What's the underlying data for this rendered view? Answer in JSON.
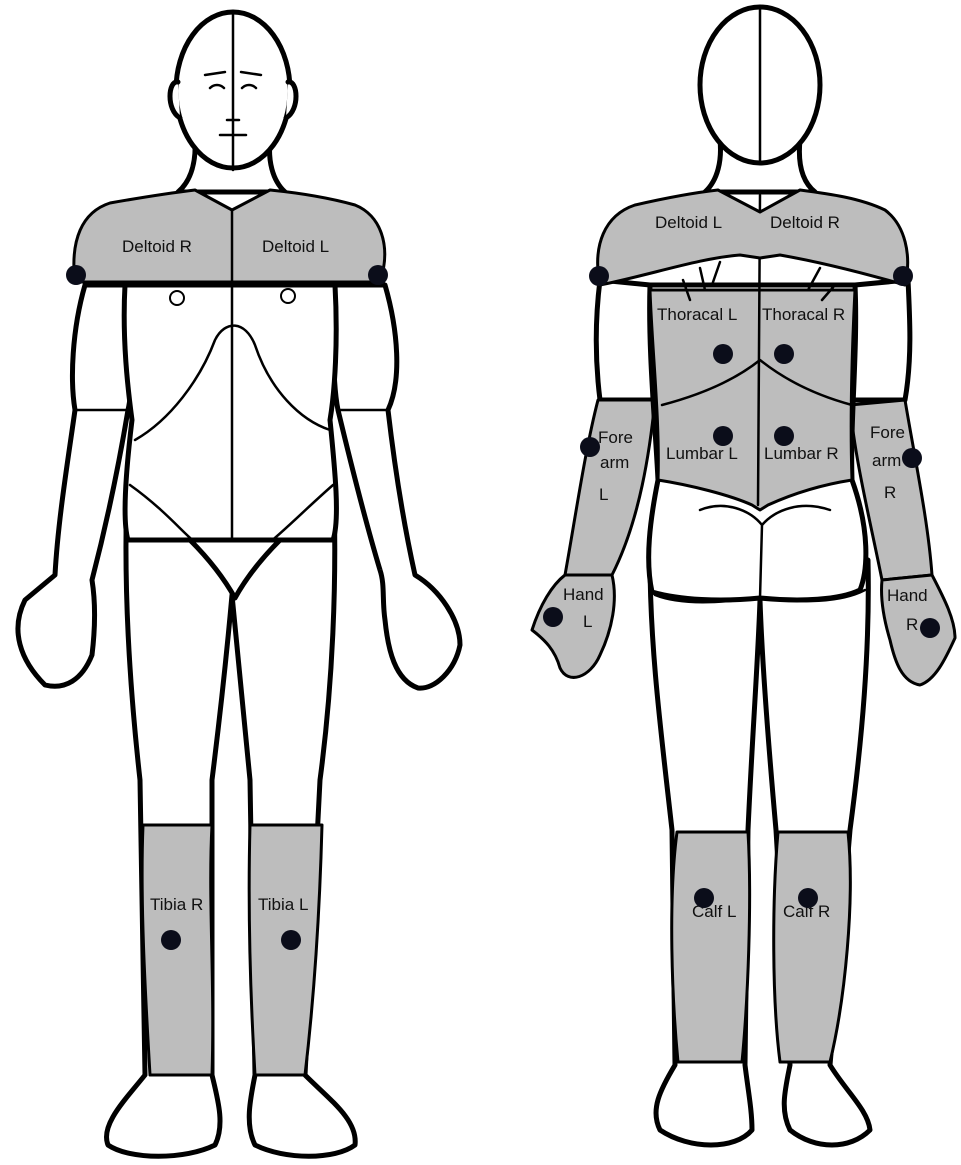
{
  "colors": {
    "region_fill": "#bdbdbd",
    "outline": "#000000",
    "point": "#0b0d1a"
  },
  "views": {
    "front": {
      "regions": {
        "deltoid_r": "Deltoid R",
        "deltoid_l": "Deltoid L",
        "tibia_r": "Tibia R",
        "tibia_l": "Tibia L"
      }
    },
    "back": {
      "regions": {
        "deltoid_l": "Deltoid L",
        "deltoid_r": "Deltoid R",
        "thoracal_l": "Thoracal L",
        "thoracal_r": "Thoracal R",
        "lumbar_l": "Lumbar L",
        "lumbar_r": "Lumbar R",
        "forearm_l": [
          "Fore",
          "arm",
          "L"
        ],
        "forearm_r": [
          "Fore",
          "arm",
          "R"
        ],
        "hand_l": [
          "Hand",
          "L"
        ],
        "hand_r": [
          "Hand",
          "R"
        ],
        "calf_l": "Calf L",
        "calf_r": "Calf R"
      }
    }
  }
}
